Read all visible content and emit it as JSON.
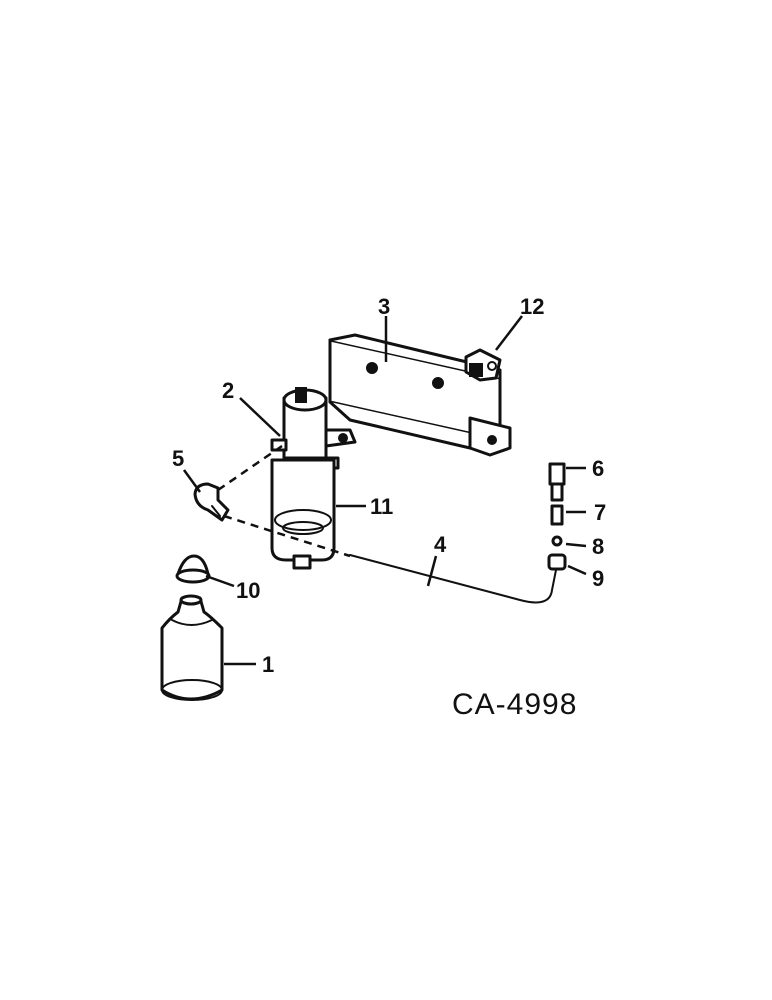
{
  "diagram": {
    "figure_code": "CA-4998",
    "callouts": {
      "c1": "1",
      "c2": "2",
      "c3": "3",
      "c4": "4",
      "c5": "5",
      "c6": "6",
      "c7": "7",
      "c8": "8",
      "c9": "9",
      "c10": "10",
      "c11": "11",
      "c12": "12"
    }
  }
}
